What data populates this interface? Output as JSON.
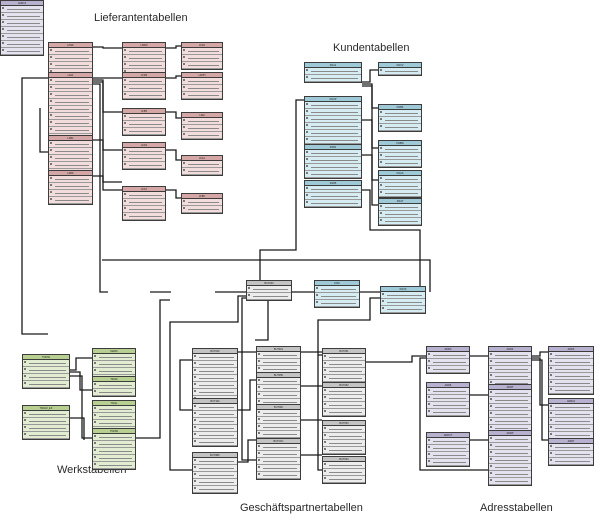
{
  "groups": {
    "supplier": {
      "title": "Lieferantentabellen",
      "color": "#f3dcdc",
      "header_color": "#d4a6a6"
    },
    "customer": {
      "title": "Kundentabellen",
      "color": "#d4ecf2",
      "header_color": "#9ec9d6"
    },
    "plant": {
      "title": "Werkstabellen",
      "color": "#e2ecd0",
      "header_color": "#b8cf92"
    },
    "partner": {
      "title": "Geschäftspartnertabellen",
      "color": "#ececec",
      "header_color": "#c3c3c3"
    },
    "address": {
      "title": "Adresstabellen",
      "color": "#e5e2f0",
      "header_color": "#b7b0cf"
    }
  },
  "line_color": "#1a1a1a",
  "tables": [
    {
      "group": "supplier",
      "name": "LFM1",
      "rows": 5
    },
    {
      "group": "supplier",
      "name": "LFA1",
      "rows": 10
    },
    {
      "group": "supplier",
      "name": "LFB1",
      "rows": 7
    },
    {
      "group": "supplier",
      "name": "LFBK",
      "rows": 4
    },
    {
      "group": "supplier",
      "name": "LFBW",
      "rows": 4
    },
    {
      "group": "supplier",
      "name": "LFM2",
      "rows": 3
    },
    {
      "group": "supplier",
      "name": "LFB5",
      "rows": 3
    },
    {
      "group": "supplier",
      "name": "LFAS",
      "rows": 3
    },
    {
      "group": "supplier",
      "name": "LFAT",
      "rows": 4
    },
    {
      "group": "supplier",
      "name": "LFZA",
      "rows": 3
    },
    {
      "group": "supplier",
      "name": "LFMH",
      "rows": 3
    },
    {
      "group": "supplier",
      "name": "LFEI",
      "rows": 3
    },
    {
      "group": "supplier",
      "name": "LFA1",
      "rows": 2
    },
    {
      "group": "supplier",
      "name": "LFBK",
      "rows": 2
    },
    {
      "group": "partner",
      "name": "BUT000",
      "rows": 2
    },
    {
      "group": "customer",
      "name": "KNA1",
      "rows": 2
    },
    {
      "group": "customer",
      "name": "KNVV",
      "rows": 1
    },
    {
      "group": "customer",
      "name": "KNVP",
      "rows": 6
    },
    {
      "group": "customer",
      "name": "KNB1",
      "rows": 4
    },
    {
      "group": "customer",
      "name": "KNB5",
      "rows": 3
    },
    {
      "group": "customer",
      "name": "KNBK",
      "rows": 3
    },
    {
      "group": "customer",
      "name": "KNBW",
      "rows": 3
    },
    {
      "group": "customer",
      "name": "KNAS",
      "rows": 3
    },
    {
      "group": "customer",
      "name": "KNAT",
      "rows": 3
    },
    {
      "group": "customer",
      "name": "KNVI",
      "rows": 3
    },
    {
      "group": "customer",
      "name": "KNVK",
      "rows": 3
    },
    {
      "group": "plant",
      "name": "T001W",
      "rows": 4
    },
    {
      "group": "plant",
      "name": "MARC",
      "rows": 4
    },
    {
      "group": "plant",
      "name": "T001K",
      "rows": 2
    },
    {
      "group": "plant",
      "name": "T001L",
      "rows": 5
    },
    {
      "group": "plant",
      "name": "T001W_EX",
      "rows": 4
    },
    {
      "group": "plant",
      "name": "T024W",
      "rows": 5
    },
    {
      "group": "partner",
      "name": "BUT020",
      "rows": 8
    },
    {
      "group": "partner",
      "name": "BUT100",
      "rows": 6
    },
    {
      "group": "partner",
      "name": "BUT0BK",
      "rows": 5
    },
    {
      "group": "partner",
      "name": "BUT021",
      "rows": 4
    },
    {
      "group": "partner",
      "name": "BUT050",
      "rows": 4
    },
    {
      "group": "partner",
      "name": "BUT0ID",
      "rows": 5
    },
    {
      "group": "partner",
      "name": "BUT0CC",
      "rows": 5
    },
    {
      "group": "partner",
      "name": "BUT051",
      "rows": 5
    },
    {
      "group": "partner",
      "name": "BUT052",
      "rows": 4
    },
    {
      "group": "partner",
      "name": "BUT053",
      "rows": 4
    },
    {
      "group": "partner",
      "name": "BUT054",
      "rows": 3
    },
    {
      "group": "address",
      "name": "ADRC",
      "rows": 3
    },
    {
      "group": "address",
      "name": "ADR2",
      "rows": 5
    },
    {
      "group": "address",
      "name": "ADR3",
      "rows": 6
    },
    {
      "group": "address",
      "name": "ADR6",
      "rows": 4
    },
    {
      "group": "address",
      "name": "ADRT",
      "rows": 10
    },
    {
      "group": "address",
      "name": "ADR12",
      "rows": 5
    },
    {
      "group": "address",
      "name": "ADRCT",
      "rows": 4
    },
    {
      "group": "address",
      "name": "ADRP",
      "rows": 7
    },
    {
      "group": "address",
      "name": "ADR7",
      "rows": 3
    },
    {
      "group": "address",
      "name": "ADR13",
      "rows": 7
    }
  ]
}
